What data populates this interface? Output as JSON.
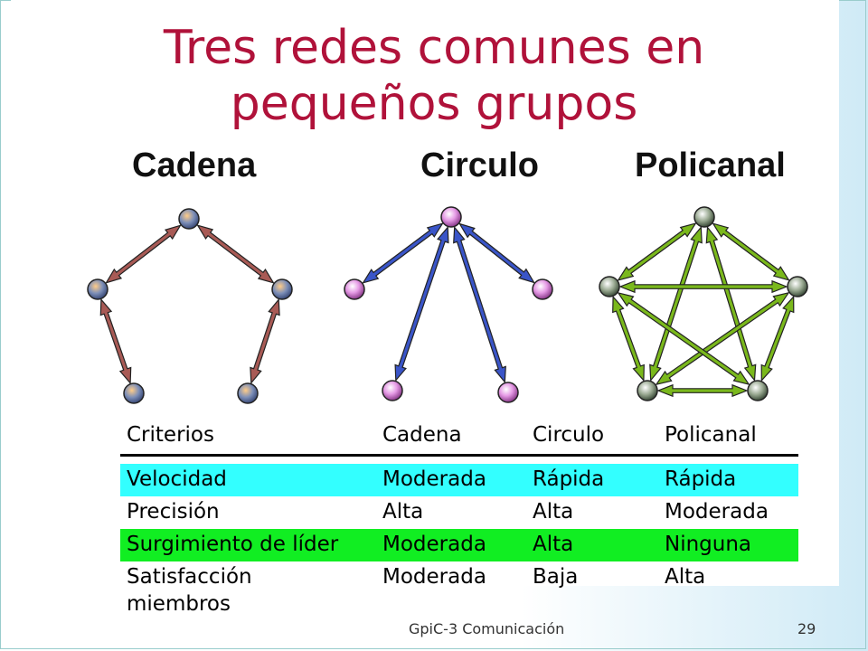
{
  "title_line1": "Tres redes comunes en",
  "title_line2": "pequeños grupos",
  "networks": {
    "cadena": "Cadena",
    "circulo": "Circulo",
    "policanal": "Policanal"
  },
  "colors": {
    "title": "#b0123a",
    "cadena_arrow": "#a85a55",
    "circulo_arrow": "#3a55c8",
    "policanal_arrow": "#7ab81c",
    "row_cyan": "#33ffff",
    "row_green": "#11ee22"
  },
  "table": {
    "headers": [
      "Criterios",
      "Cadena",
      "Circulo",
      "Policanal"
    ],
    "rows": [
      [
        "Velocidad",
        "Moderada",
        "Rápida",
        "Rápida"
      ],
      [
        "Precisión",
        "Alta",
        "Alta",
        "Moderada"
      ],
      [
        "Surgimiento de líder",
        "Moderada",
        "Alta",
        "Ninguna"
      ],
      [
        "Satisfacción",
        "Moderada",
        "Baja",
        "Alta"
      ]
    ],
    "continuation": "miembros"
  },
  "footer": {
    "text": "GpiC-3 Comunicación",
    "page": "29"
  }
}
